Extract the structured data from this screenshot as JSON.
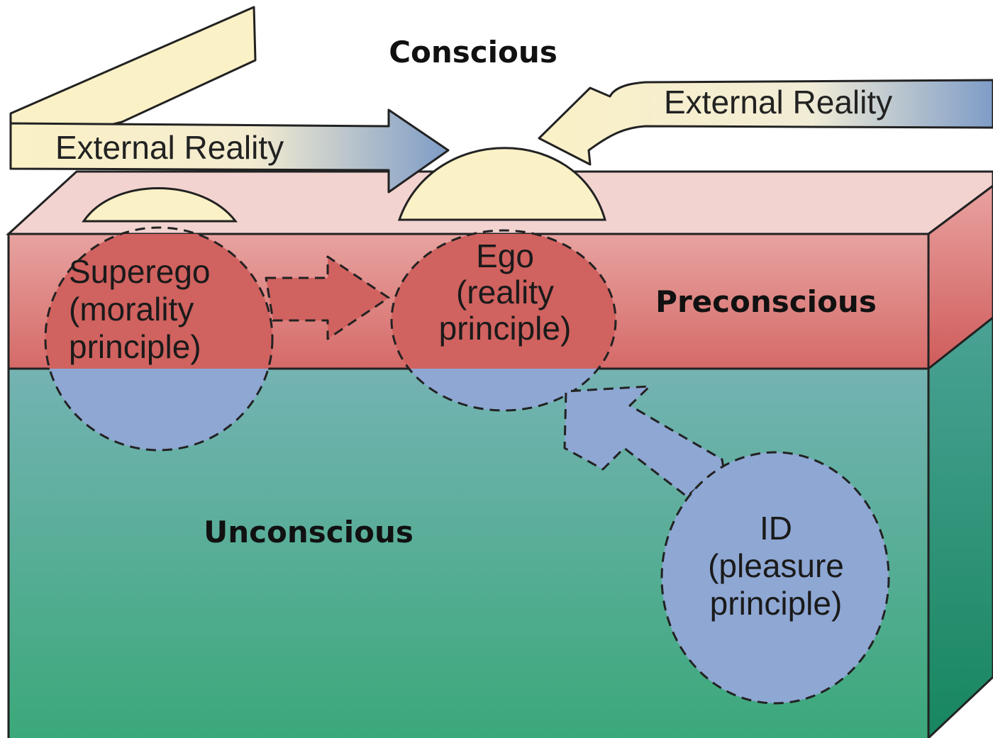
{
  "labels": {
    "conscious": "Conscious",
    "preconscious": "Preconscious",
    "unconscious": "Unconscious",
    "external_reality_left": "External Reality",
    "external_reality_right": "External Reality"
  },
  "structures": {
    "superego": {
      "name": "Superego",
      "line2": "(morality",
      "line3": "principle)"
    },
    "ego": {
      "name": "Ego",
      "line2": "(reality",
      "line3": "principle)"
    },
    "id": {
      "name": "ID",
      "line2": "(pleasure",
      "line3": "principle)"
    }
  },
  "colors": {
    "preconscious_top": "#f2d3d0",
    "preconscious_front_top": "#e7a3a0",
    "preconscious_front_bottom": "#d56a68",
    "unconscious_top": "#74b3b3",
    "unconscious_bottom": "#3aa879",
    "side_face": "#1f9070",
    "cream": "#fbf1c6",
    "id_blue": "#8ea7d3",
    "ego_red": "#d0625f"
  }
}
